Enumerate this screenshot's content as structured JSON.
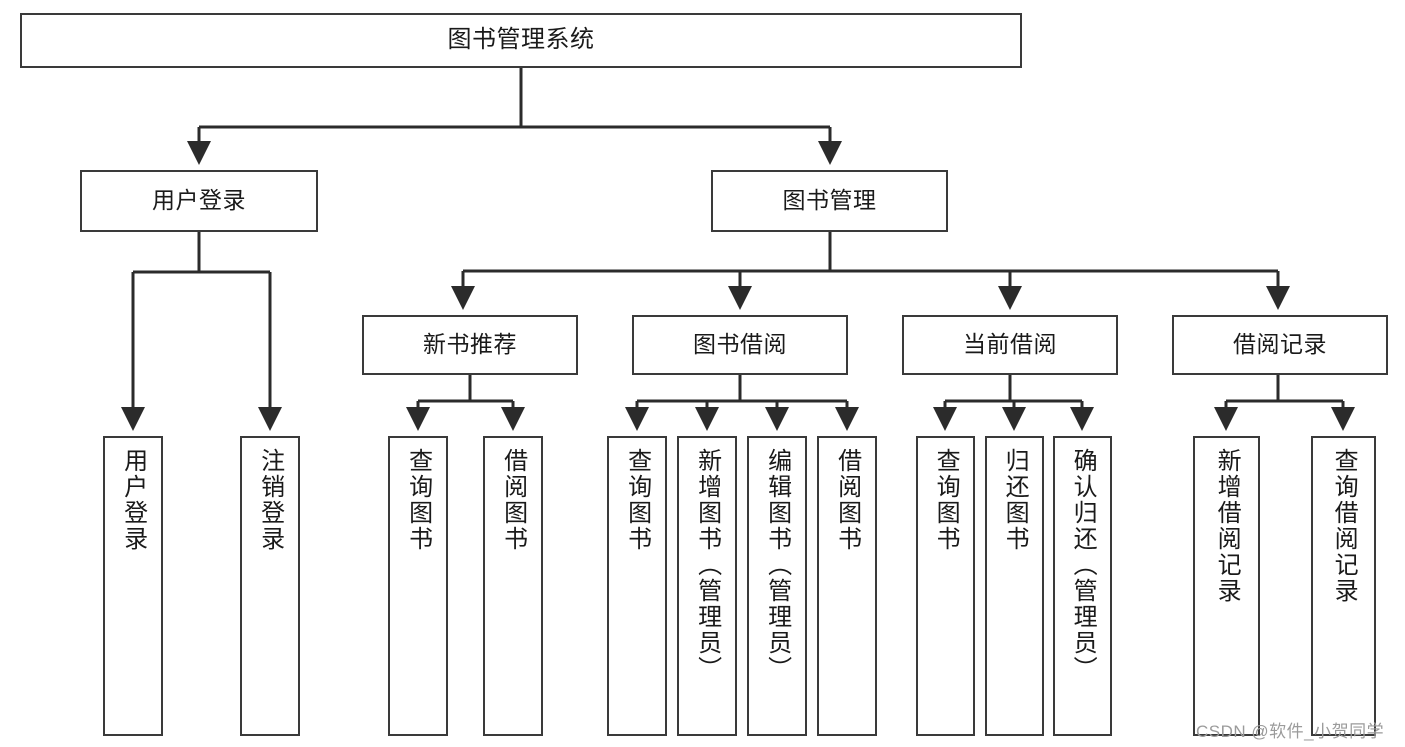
{
  "diagram": {
    "title": "图书管理系统",
    "type": "tree",
    "nodes": {
      "root": {
        "label": "图书管理系统"
      },
      "level2": [
        {
          "id": "user-login",
          "label": "用户登录"
        },
        {
          "id": "book-manage",
          "label": "图书管理"
        }
      ],
      "level3": [
        {
          "id": "new-book-rec",
          "label": "新书推荐",
          "parent": "book-manage"
        },
        {
          "id": "book-borrow",
          "label": "图书借阅",
          "parent": "book-manage"
        },
        {
          "id": "current-borrow",
          "label": "当前借阅",
          "parent": "book-manage"
        },
        {
          "id": "borrow-record",
          "label": "借阅记录",
          "parent": "book-manage"
        }
      ],
      "leaves": [
        {
          "id": "leaf-user-login",
          "label": "用户登录",
          "parent": "user-login"
        },
        {
          "id": "leaf-logout",
          "label": "注销登录",
          "parent": "user-login"
        },
        {
          "id": "leaf-query-book-1",
          "label": "查询图书",
          "parent": "new-book-rec"
        },
        {
          "id": "leaf-borrow-book-1",
          "label": "借阅图书",
          "parent": "new-book-rec"
        },
        {
          "id": "leaf-query-book-2",
          "label": "查询图书",
          "parent": "book-borrow"
        },
        {
          "id": "leaf-add-book",
          "label": "新增图书（管理员）",
          "parent": "book-borrow"
        },
        {
          "id": "leaf-edit-book",
          "label": "编辑图书（管理员）",
          "parent": "book-borrow"
        },
        {
          "id": "leaf-borrow-book-2",
          "label": "借阅图书",
          "parent": "book-borrow"
        },
        {
          "id": "leaf-query-book-3",
          "label": "查询图书",
          "parent": "current-borrow"
        },
        {
          "id": "leaf-return-book",
          "label": "归还图书",
          "parent": "current-borrow"
        },
        {
          "id": "leaf-confirm-return",
          "label": "确认归还（管理员）",
          "parent": "current-borrow"
        },
        {
          "id": "leaf-add-record",
          "label": "新增借阅记录",
          "parent": "borrow-record"
        },
        {
          "id": "leaf-query-record",
          "label": "查询借阅记录",
          "parent": "borrow-record"
        }
      ]
    },
    "colors": {
      "border": "#3a3a3a",
      "connector": "#2b2b2b",
      "background": "#ffffff",
      "text": "#1a1a1a",
      "watermark": "#9b9b9b"
    }
  },
  "watermark": {
    "text": "CSDN @软件_小贺同学"
  }
}
